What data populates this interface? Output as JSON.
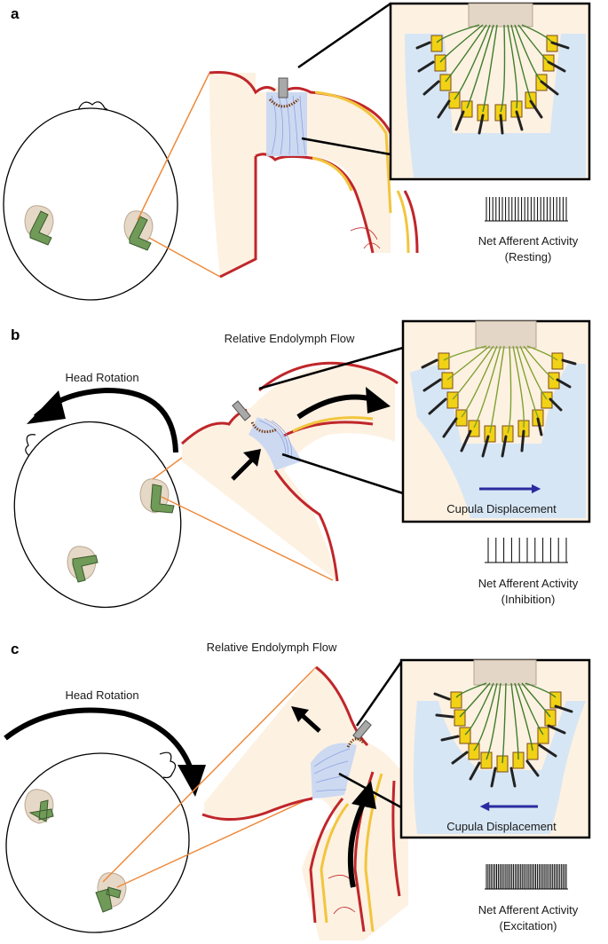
{
  "panels": [
    {
      "letter": "a",
      "afferent_label": "Net Afferent Activity",
      "afferent_state": "(Resting)",
      "spike_count": 26
    },
    {
      "letter": "b",
      "flow_label": "Relative Endolymph Flow",
      "rotation_label": "Head Rotation",
      "cupula_label": "Cupula Displacement",
      "afferent_label": "Net Afferent Activity",
      "afferent_state": "(Inhibition)",
      "spike_count": 11
    },
    {
      "letter": "c",
      "flow_label": "Relative Endolymph Flow",
      "rotation_label": "Head Rotation",
      "cupula_label": "Cupula Displacement",
      "afferent_label": "Net Afferent Activity",
      "afferent_state": "(Excitation)",
      "spike_count": 48
    }
  ],
  "colors": {
    "canal_fill": "#fdf1e2",
    "canal_wall": "#c0262a",
    "yellow_wall": "#f2c53d",
    "endolymph": "#d6e6f5",
    "cupula": "#b9c8ee",
    "hair_cell": "#f1d215",
    "nerve": "#3f7e2c",
    "arrow": "#2a2aa0",
    "leader": "#ee8a3c",
    "labyrinth": "#6f9a58"
  }
}
